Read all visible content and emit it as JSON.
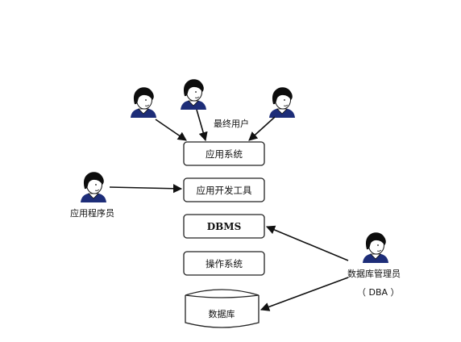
{
  "diagram": {
    "labels": {
      "end_users": "最终用户",
      "app_programmer": "应用程序员",
      "dba_title": "数据库管理员",
      "dba_abbr": "（ DBA ）"
    },
    "boxes": {
      "app_system": "应用系统",
      "dev_tools": "应用开发工具",
      "dbms": "DBMS",
      "os": "操作系统",
      "database": "数据库"
    },
    "people": [
      {
        "name": "end-user-left",
        "icon": "person-icon"
      },
      {
        "name": "end-user-middle",
        "icon": "person-icon"
      },
      {
        "name": "end-user-right",
        "icon": "person-icon"
      },
      {
        "name": "application-programmer",
        "icon": "person-icon"
      },
      {
        "name": "database-administrator",
        "icon": "person-icon"
      }
    ]
  }
}
